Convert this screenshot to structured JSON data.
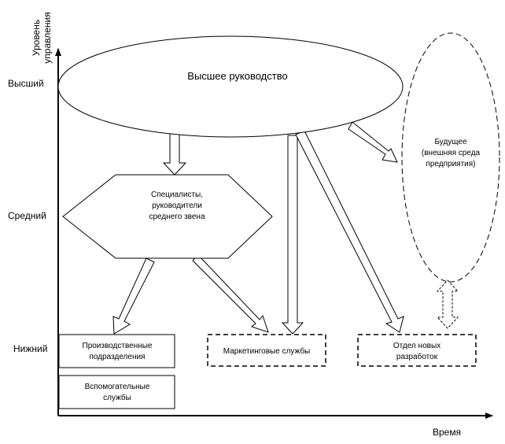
{
  "axes": {
    "y_title_line1": "Уровень",
    "y_title_line2": "управления",
    "x_title": "Время",
    "levels": {
      "top": "Высший",
      "middle": "Средний",
      "bottom": "Нижний"
    }
  },
  "nodes": {
    "top_management": "Высшее руководство",
    "specialists": [
      "Специалисты,",
      "руководители",
      "среднего звена"
    ],
    "production": [
      "Производственные",
      "подразделения"
    ],
    "support": [
      "Вспомогательные",
      "службы"
    ],
    "marketing": "Маркетинговые службы",
    "new_dev": [
      "Отдел новых",
      "разработок"
    ],
    "future": [
      "Будущее",
      "(внешняя среда",
      "предприятия)"
    ]
  },
  "colors": {
    "stroke": "#000000",
    "fill": "#ffffff"
  }
}
